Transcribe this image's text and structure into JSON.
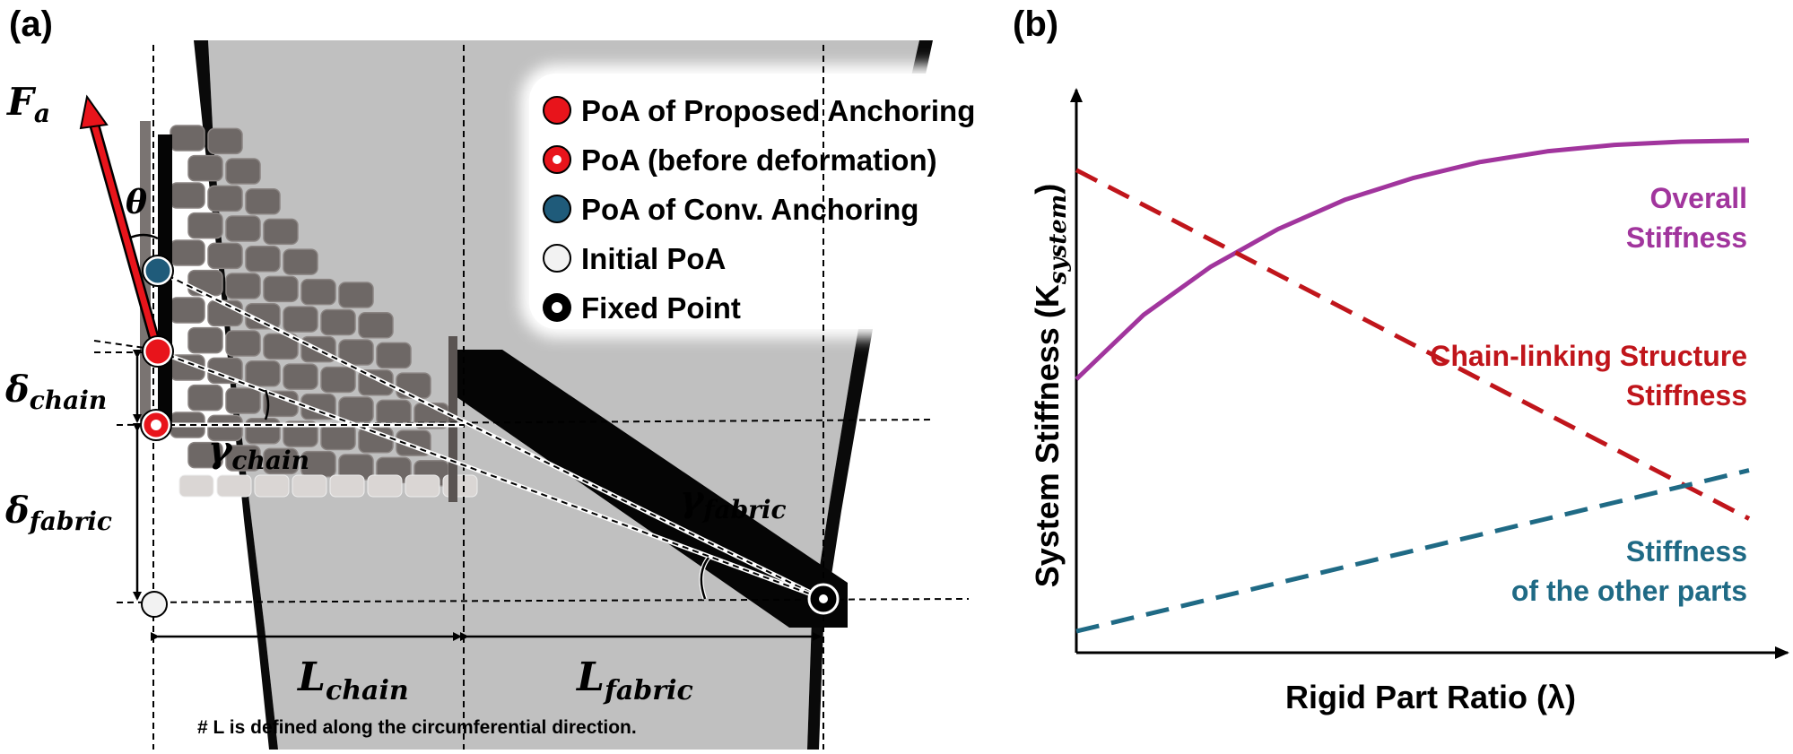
{
  "panels": {
    "a": {
      "label": "(a)"
    },
    "b": {
      "label": "(b)"
    }
  },
  "diagram_a": {
    "force_label": "F",
    "force_sub": "a",
    "theta": "θ",
    "delta_chain": "δ",
    "delta_chain_sub": "chain",
    "delta_fabric": "δ",
    "delta_fabric_sub": "fabric",
    "gamma_chain": "γ",
    "gamma_chain_sub": "chain",
    "gamma_fabric": "γ",
    "gamma_fabric_sub": "fabric",
    "l_chain": "L",
    "l_chain_sub": "chain",
    "l_fabric": "L",
    "l_fabric_sub": "fabric",
    "note": "# L is defined along the circumferential direction.",
    "legend": [
      {
        "label": "PoA of Proposed Anchoring",
        "marker": "red-filled",
        "color": "#e8141b"
      },
      {
        "label": "PoA (before deformation)",
        "marker": "red-ring",
        "color": "#e8141b"
      },
      {
        "label": "PoA of Conv. Anchoring",
        "marker": "blue-filled",
        "color": "#1f5b7a"
      },
      {
        "label": "Initial PoA",
        "marker": "white-filled",
        "color": "#f2f2f2"
      },
      {
        "label": "Fixed Point",
        "marker": "black-ring",
        "color": "#000000"
      }
    ]
  },
  "chart_data": {
    "type": "line",
    "xlabel": "Rigid Part Ratio (λ)",
    "ylabel": "System Stiffness (K",
    "ylabel_sub": "system",
    "ylabel_close": ")",
    "x": [
      0,
      0.1,
      0.2,
      0.3,
      0.4,
      0.5,
      0.6,
      0.7,
      0.8,
      0.9,
      1.0
    ],
    "series": [
      {
        "name": "Overall Stiffness",
        "label_lines": [
          "Overall",
          "Stiffness"
        ],
        "color": "#a1359d",
        "style": "solid",
        "values": [
          0.51,
          0.63,
          0.72,
          0.79,
          0.845,
          0.885,
          0.915,
          0.935,
          0.947,
          0.953,
          0.955
        ]
      },
      {
        "name": "Chain-linking Structure Stiffness",
        "label_lines": [
          "Chain-linking Structure",
          "Stiffness"
        ],
        "color": "#c0151b",
        "style": "dashed",
        "values": [
          0.9,
          0.835,
          0.77,
          0.705,
          0.64,
          0.575,
          0.51,
          0.445,
          0.38,
          0.315,
          0.25
        ]
      },
      {
        "name": "Stiffness of the other parts",
        "label_lines": [
          "Stiffness",
          "of the other parts"
        ],
        "color": "#1f6a85",
        "style": "dashed",
        "values": [
          0.04,
          0.07,
          0.1,
          0.13,
          0.16,
          0.19,
          0.22,
          0.25,
          0.28,
          0.31,
          0.34
        ]
      }
    ],
    "xlim": [
      0,
      1
    ],
    "ylim": [
      0,
      1.05
    ],
    "grid": false,
    "ticks": false
  },
  "colors": {
    "arrow_red": "#e8141b",
    "fabric_gray": "#c0c0c0",
    "brick_gray": "#6e6866",
    "strap_black": "#050505"
  }
}
